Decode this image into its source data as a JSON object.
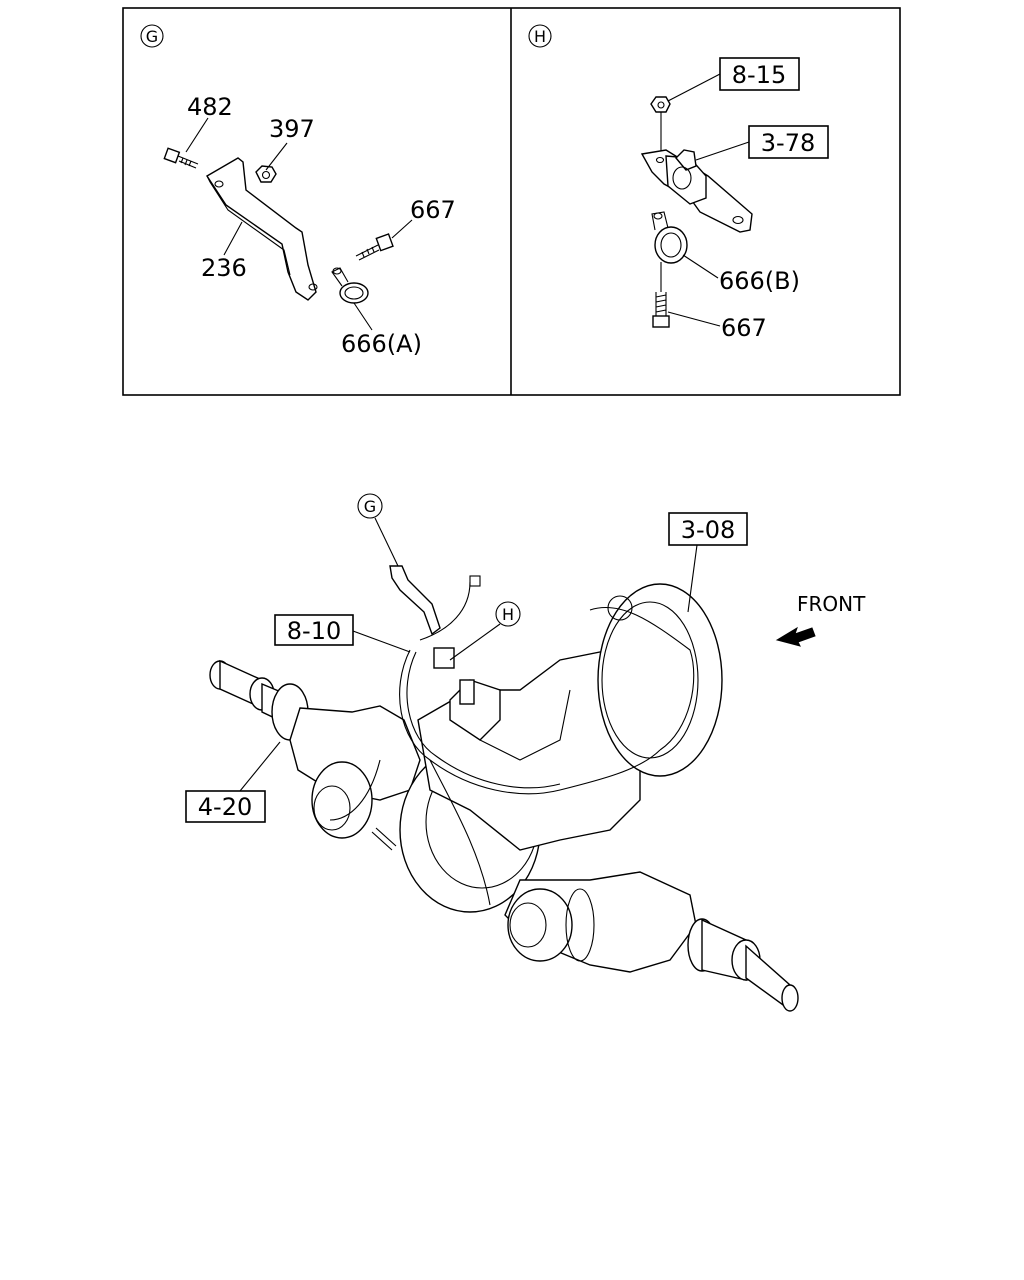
{
  "detail_g": {
    "marker": "G",
    "labels": {
      "p482": "482",
      "p397": "397",
      "p667": "667",
      "p236": "236",
      "p666a": "666(A)"
    }
  },
  "detail_h": {
    "marker": "H",
    "labels": {
      "ref_8_15": "8-15",
      "ref_3_78": "3-78",
      "p666b": "666(B)",
      "p667": "667"
    }
  },
  "main": {
    "callout_g": "G",
    "callout_h": "H",
    "ref_3_08": "3-08",
    "ref_8_10": "8-10",
    "ref_4_20": "4-20",
    "front_label": "FRONT"
  }
}
